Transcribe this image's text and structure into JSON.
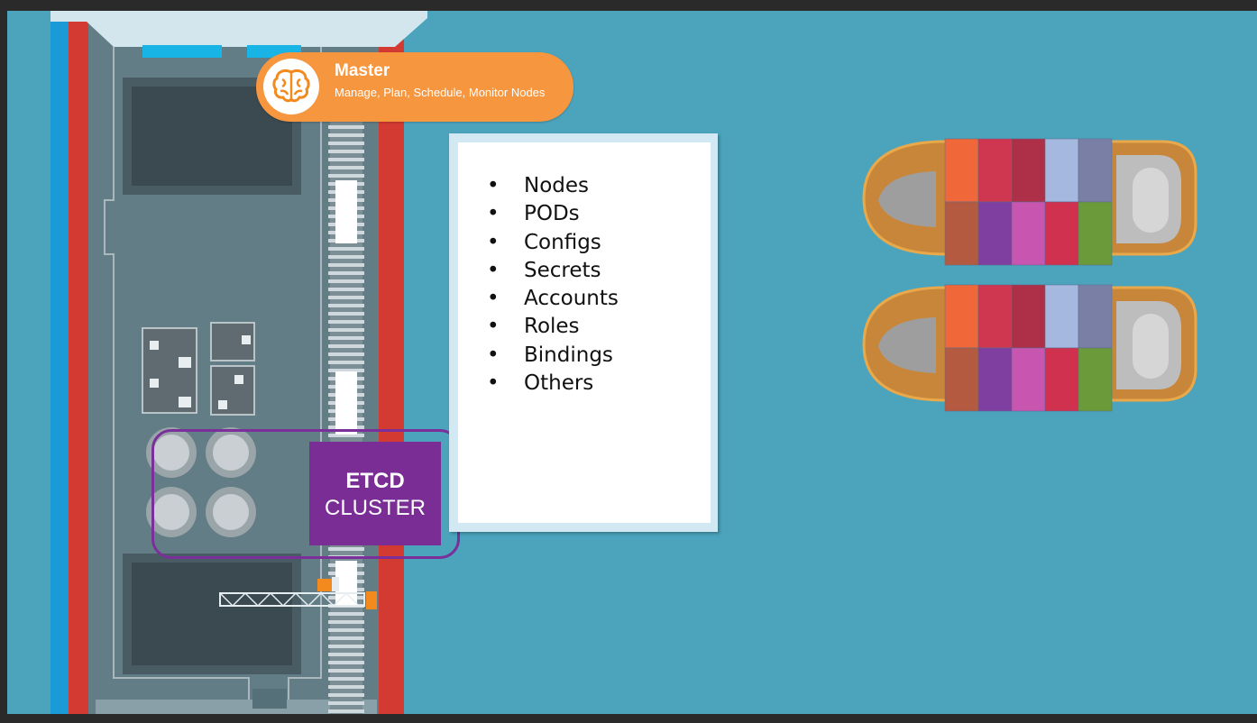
{
  "master": {
    "title": "Master",
    "subtitle": "Manage, Plan, Schedule, Monitor Nodes",
    "icon": "brain-icon"
  },
  "resources": {
    "bullet": "•",
    "items": [
      "Nodes",
      "PODs",
      "Configs",
      "Secrets",
      "Accounts",
      "Roles",
      "Bindings",
      "Others"
    ]
  },
  "etcd": {
    "title": "ETCD",
    "subtitle": "CLUSTER"
  },
  "colors": {
    "water": "#4ba3bc",
    "master_badge": "#f6963f",
    "etcd": "#7b2d96",
    "ship_hull": "#c8863a",
    "ship_rail_red": "#d23a32",
    "ship_rail_blue": "#1a9ad7"
  }
}
